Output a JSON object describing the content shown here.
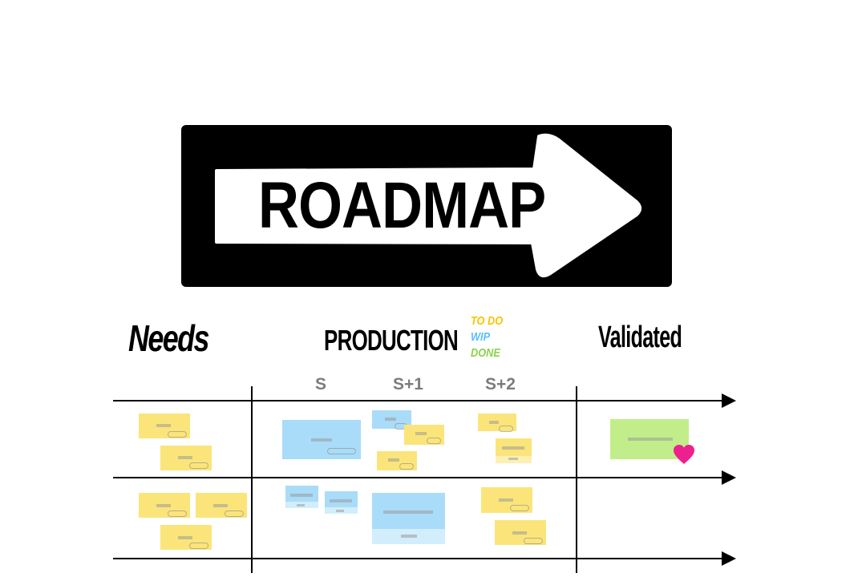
{
  "sign": {
    "title": "ROADMAP"
  },
  "sections": {
    "needs": "Needs",
    "production": "PRODUCTION",
    "validated": "Validated"
  },
  "legend": {
    "todo": {
      "label": "TO DO",
      "color": "#f9c400"
    },
    "wip": {
      "label": "WIP",
      "color": "#5bc0f5"
    },
    "done": {
      "label": "DONE",
      "color": "#8ed04a"
    }
  },
  "sprints": [
    "S",
    "S+1",
    "S+2"
  ],
  "colors": {
    "sticky_yellow": "#fbe57a",
    "sticky_blue": "#a9dcf8",
    "sticky_green": "#c1ee8a",
    "heart": "#ee1f8e",
    "column_label": "#7c7c7c"
  },
  "icons": {
    "heart": "heart-icon",
    "arrow": "arrow-right-icon"
  }
}
